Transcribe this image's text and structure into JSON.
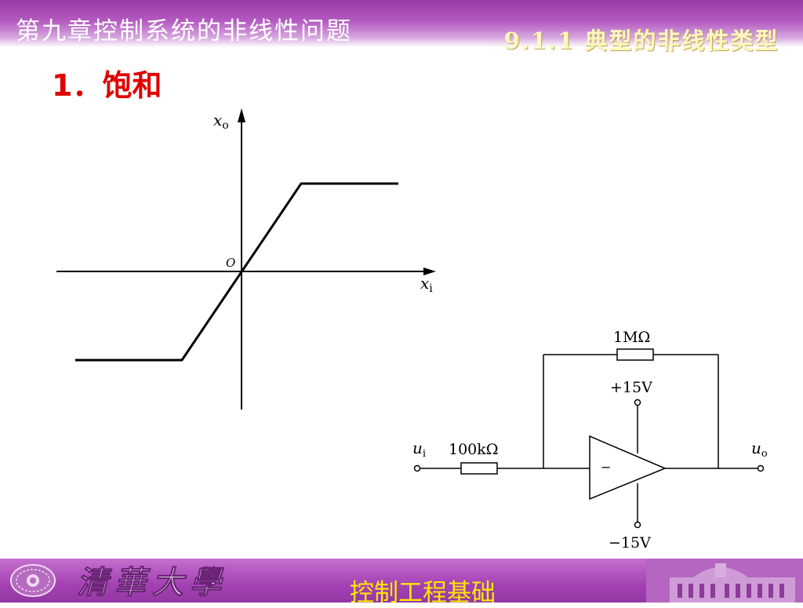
{
  "header": {
    "chapter_title": "第九章控制系统的非线性问题",
    "section_title": "9.1.1 典型的非线性类型"
  },
  "heading": "1．饱和",
  "graph": {
    "y_axis_label": "x",
    "y_axis_sub": "o",
    "x_axis_label": "x",
    "x_axis_sub": "i",
    "origin_label": "O"
  },
  "circuit": {
    "feedback_resistor": "1MΩ",
    "input_resistor": "100kΩ",
    "positive_supply": "+15V",
    "negative_supply": "−15V",
    "input_label": "u",
    "input_sub": "i",
    "output_label": "u",
    "output_sub": "o",
    "minus_sign": "−"
  },
  "footer": {
    "logo_text": "清華大學",
    "course_title": "控制工程基础"
  },
  "colors": {
    "header_purple": "#9a3aa8",
    "heading_red": "#e00000",
    "section_gold": "#fff6c0",
    "footer_yellow": "#ffe800"
  }
}
